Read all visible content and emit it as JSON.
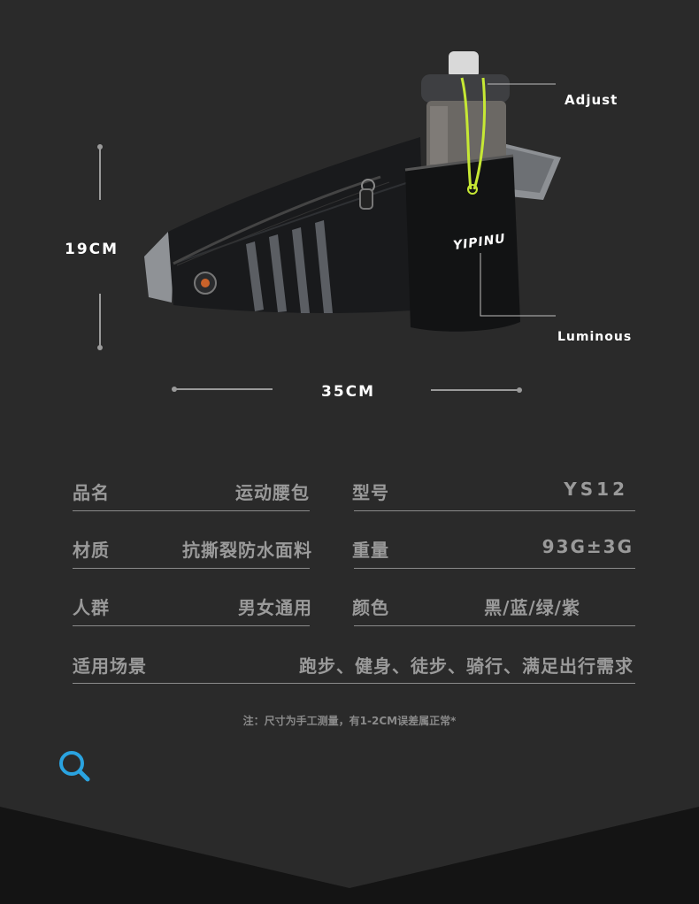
{
  "product": {
    "brand_logo": "YIPINU",
    "callout_adjust": "Adjust",
    "callout_luminous": "Luminous",
    "height_label": "19CM",
    "width_label": "35CM"
  },
  "specs": [
    {
      "label": "品名",
      "value": "运动腰包"
    },
    {
      "label": "型号",
      "value": "YS12"
    },
    {
      "label": "材质",
      "value": "抗撕裂防水面料"
    },
    {
      "label": "重量",
      "value": "93G±3G"
    },
    {
      "label": "人群",
      "value": "男女通用"
    },
    {
      "label": "颜色",
      "value": "黑/蓝/绿/紫"
    },
    {
      "label": "适用场景",
      "value": "跑步、健身、徒步、骑行、满足出行需求"
    }
  ],
  "note": "注：尺寸为手工测量，有1-2CM误差属正常*",
  "icons": {
    "search": "search-icon"
  },
  "colors": {
    "background": "#2a2a2a",
    "footer": "#141414",
    "accent": "#2aa3e0",
    "bottle_cord": "#c6e834"
  }
}
